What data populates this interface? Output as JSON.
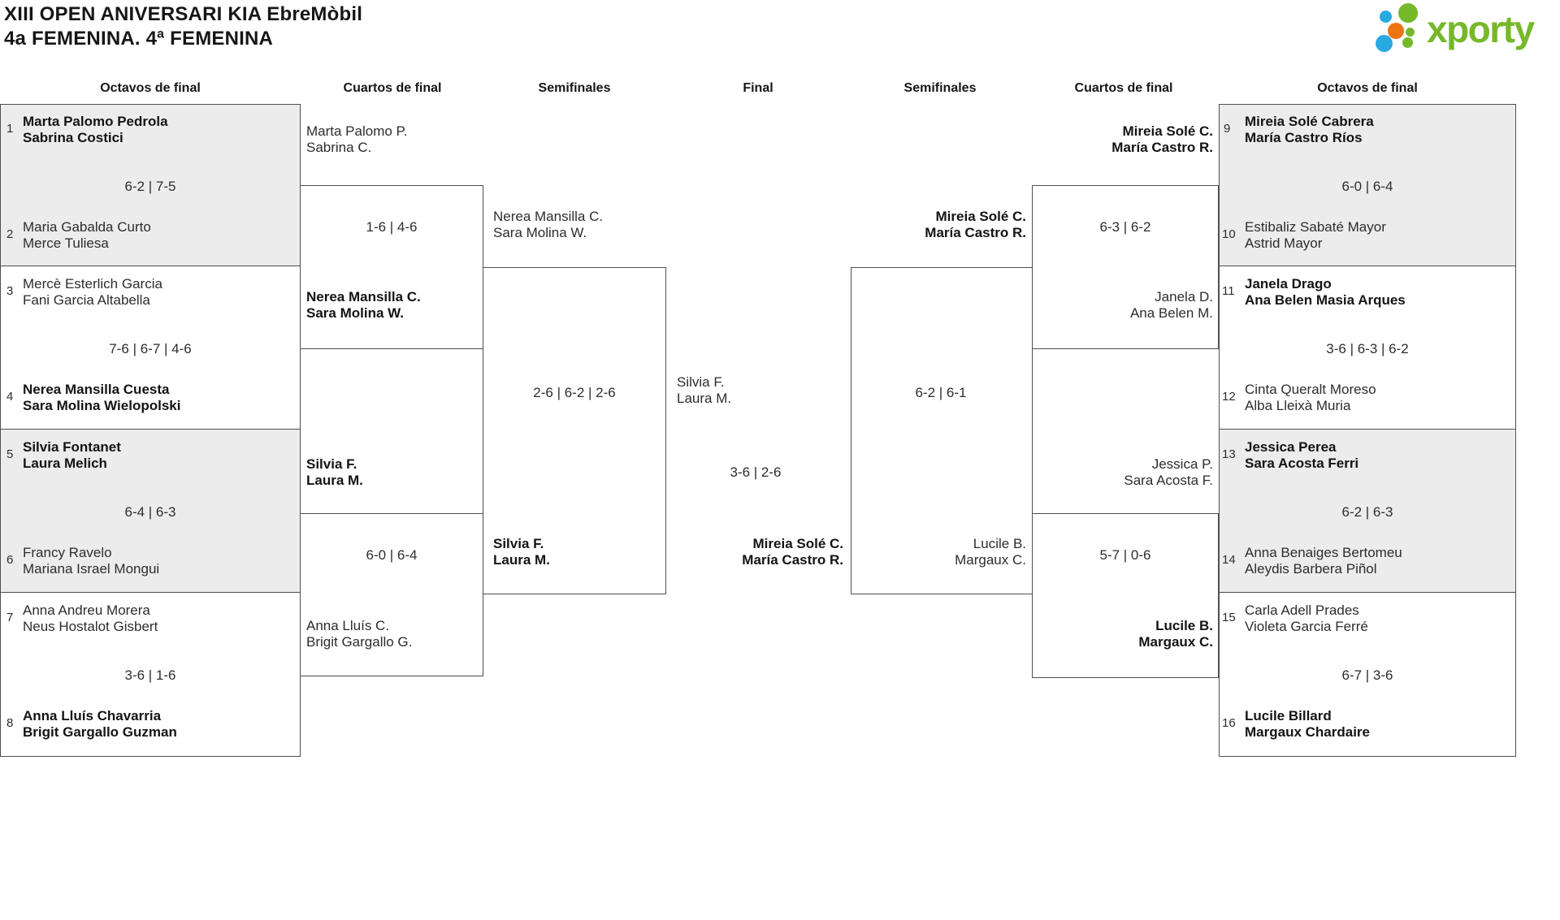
{
  "header": {
    "title_line1": "XIII OPEN ANIVERSARI KIA EbreMòbil",
    "title_line2": "4a FEMENINA. 4ª FEMENINA",
    "logo_text": "xporty"
  },
  "columns": [
    "Octavos de final",
    "Cuartos de final",
    "Semifinales",
    "Final",
    "Semifinales",
    "Cuartos de final",
    "Octavos de final"
  ],
  "r16_left": [
    {
      "top_seed": "1",
      "top1": "Marta Palomo Pedrola",
      "top2": "Sabrina Costici",
      "score": "6-2 | 7-5",
      "bot_seed": "2",
      "bot1": "Maria Gabalda Curto",
      "bot2": "Merce Tuliesa"
    },
    {
      "top_seed": "3",
      "top1": "Mercè Esterlich Garcia",
      "top2": "Fani Garcia Altabella",
      "score": "7-6 | 6-7 | 4-6",
      "bot_seed": "4",
      "bot1": "Nerea Mansilla Cuesta",
      "bot2": "Sara Molina Wielopolski"
    },
    {
      "top_seed": "5",
      "top1": "Silvia Fontanet",
      "top2": "Laura Melich",
      "score": "6-4 | 6-3",
      "bot_seed": "6",
      "bot1": "Francy Ravelo",
      "bot2": "Mariana Israel Mongui"
    },
    {
      "top_seed": "7",
      "top1": "Anna Andreu Morera",
      "top2": "Neus Hostalot Gisbert",
      "score": "3-6 | 1-6",
      "bot_seed": "8",
      "bot1": "Anna Lluís Chavarria",
      "bot2": "Brigit Gargallo Guzman"
    }
  ],
  "r16_right": [
    {
      "top_seed": "9",
      "top1": "Mireia Solé Cabrera",
      "top2": "María Castro Ríos",
      "score": "6-0 | 6-4",
      "bot_seed": "10",
      "bot1": "Estibaliz Sabaté Mayor",
      "bot2": "Astrid Mayor"
    },
    {
      "top_seed": "11",
      "top1": "Janela Drago",
      "top2": "Ana Belen Masia Arques",
      "score": "3-6 | 6-3 | 6-2",
      "bot_seed": "12",
      "bot1": "Cinta Queralt Moreso",
      "bot2": "Alba Lleixà Muria"
    },
    {
      "top_seed": "13",
      "top1": "Jessica Perea",
      "top2": "Sara Acosta Ferri",
      "score": "6-2 | 6-3",
      "bot_seed": "14",
      "bot1": "Anna Benaiges Bertomeu",
      "bot2": "Aleydis Barbera Piñol"
    },
    {
      "top_seed": "15",
      "top1": "Carla Adell Prades",
      "top2": "Violeta Garcia Ferré",
      "score": "6-7 | 3-6",
      "bot_seed": "16",
      "bot1": "Lucile Billard",
      "bot2": "Margaux Chardaire"
    }
  ],
  "qf_left": [
    {
      "above1": "Marta Palomo P.",
      "above2": "Sabrina C.",
      "score": "1-6 | 4-6",
      "inside1": "Nerea Mansilla C.",
      "inside2": "Sara Molina W."
    },
    {
      "above1": "Silvia F.",
      "above2": "Laura M.",
      "score": "6-0 | 6-4",
      "inside1": "Anna Lluís C.",
      "inside2": "Brigit Gargallo G."
    }
  ],
  "qf_right": [
    {
      "above1": "Mireia Solé C.",
      "above2": "María Castro R.",
      "score": "6-3 | 6-2",
      "inside1": "Janela D.",
      "inside2": "Ana Belen M."
    },
    {
      "above1": "Jessica P.",
      "above2": "Sara Acosta F.",
      "score": "5-7 | 0-6",
      "inside1": "Lucile B.",
      "inside2": "Margaux C."
    }
  ],
  "sf_left": {
    "above1": "Nerea Mansilla C.",
    "above2": "Sara Molina W.",
    "score": "2-6 | 6-2 | 2-6",
    "inside1": "Silvia F.",
    "inside2": "Laura M."
  },
  "sf_right": {
    "above1": "Mireia Solé C.",
    "above2": "María Castro R.",
    "score": "6-2 | 6-1",
    "inside1": "Lucile B.",
    "inside2": "Margaux C."
  },
  "final": {
    "left1": "Silvia F.",
    "left2": "Laura M.",
    "score": "3-6 | 2-6",
    "right1": "Mireia Solé C.",
    "right2": "María Castro R."
  },
  "colors": {
    "brand_green": "#76b82a",
    "brand_blue": "#2aa9e1",
    "brand_orange": "#ec7414",
    "box_shaded": "#ececec",
    "box_border": "#4f4f4f",
    "text": "#2d2d2d"
  }
}
